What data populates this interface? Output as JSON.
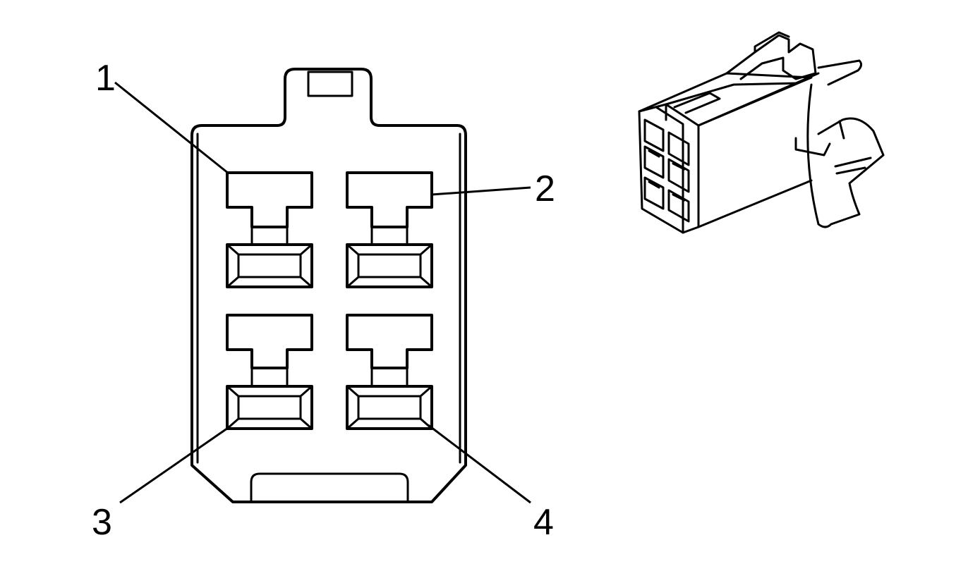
{
  "callouts": {
    "pin_1": "1",
    "pin_2": "2",
    "pin_3": "3",
    "pin_4": "4"
  }
}
